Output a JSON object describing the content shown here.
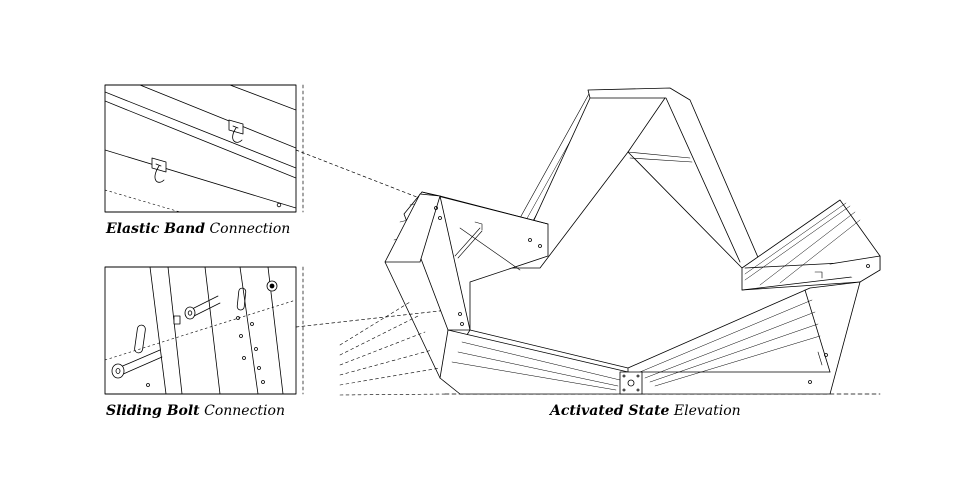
{
  "captions": {
    "elastic": {
      "bold": "Elastic Band",
      "regular": "Connection"
    },
    "sliding": {
      "bold": "Sliding Bolt",
      "regular": "Connection"
    },
    "elevation": {
      "bold": "Activated State",
      "regular": "Elevation"
    }
  },
  "colors": {
    "line": "#000000",
    "background": "#ffffff",
    "fill": "#ffffff"
  }
}
